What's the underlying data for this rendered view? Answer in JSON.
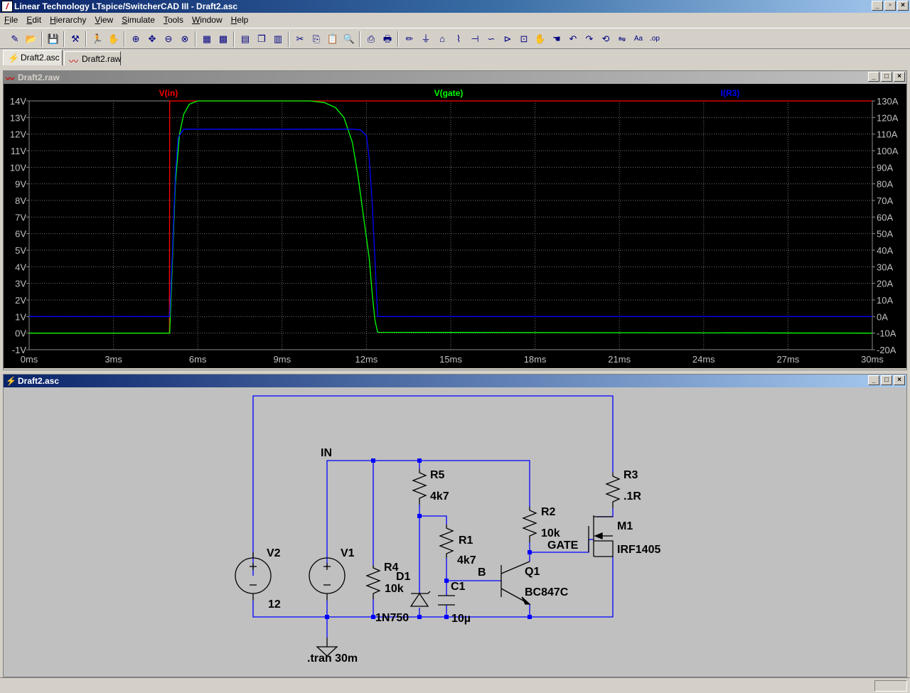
{
  "window": {
    "title": "Linear Technology LTspice/SwitcherCAD III - Draft2.asc",
    "controls": [
      "_",
      "▫",
      "×"
    ]
  },
  "menu": [
    {
      "label": "File",
      "accel": "F"
    },
    {
      "label": "Edit",
      "accel": "E"
    },
    {
      "label": "Hierarchy",
      "accel": "H"
    },
    {
      "label": "View",
      "accel": "V"
    },
    {
      "label": "Simulate",
      "accel": "S"
    },
    {
      "label": "Tools",
      "accel": "T"
    },
    {
      "label": "Window",
      "accel": "W"
    },
    {
      "label": "Help",
      "accel": "H"
    }
  ],
  "toolbar": [
    {
      "name": "new-schematic",
      "glyph": "✎"
    },
    {
      "name": "open",
      "glyph": "📂"
    },
    {
      "name": "save",
      "glyph": "💾"
    },
    {
      "name": "control-panel",
      "glyph": "⚒"
    },
    {
      "name": "run",
      "glyph": "🏃"
    },
    {
      "name": "halt",
      "glyph": "✋"
    },
    {
      "name": "zoom-in",
      "glyph": "⊕"
    },
    {
      "name": "pan",
      "glyph": "✥"
    },
    {
      "name": "zoom-out",
      "glyph": "⊖"
    },
    {
      "name": "zoom-cancel",
      "glyph": "⊗"
    },
    {
      "name": "autorange",
      "glyph": "▦"
    },
    {
      "name": "grid",
      "glyph": "▩"
    },
    {
      "name": "tile-horizontal",
      "glyph": "▤"
    },
    {
      "name": "cascade",
      "glyph": "❐"
    },
    {
      "name": "tile-vertical",
      "glyph": "▥"
    },
    {
      "name": "cut",
      "glyph": "✂"
    },
    {
      "name": "copy",
      "glyph": "⎘"
    },
    {
      "name": "paste",
      "glyph": "📋"
    },
    {
      "name": "find",
      "glyph": "🔍"
    },
    {
      "name": "print-setup",
      "glyph": "⎙"
    },
    {
      "name": "print",
      "glyph": "🖶"
    },
    {
      "name": "draw-wire",
      "glyph": "✏"
    },
    {
      "name": "ground",
      "glyph": "⏚"
    },
    {
      "name": "label-net",
      "glyph": "⌂"
    },
    {
      "name": "resistor",
      "glyph": "⌇"
    },
    {
      "name": "capacitor",
      "glyph": "⊣"
    },
    {
      "name": "inductor",
      "glyph": "∽"
    },
    {
      "name": "diode",
      "glyph": "⊳"
    },
    {
      "name": "component",
      "glyph": "⊡"
    },
    {
      "name": "move",
      "glyph": "✋"
    },
    {
      "name": "drag",
      "glyph": "☚"
    },
    {
      "name": "undo",
      "glyph": "↶"
    },
    {
      "name": "redo",
      "glyph": "↷"
    },
    {
      "name": "rotate",
      "glyph": "⟲"
    },
    {
      "name": "mirror",
      "glyph": "⇋"
    },
    {
      "name": "text",
      "glyph": "Aa"
    },
    {
      "name": "spice-directive",
      "glyph": ".op"
    }
  ],
  "tabs": [
    {
      "label": "Draft2.asc",
      "active": true,
      "icon": "schematic-icon"
    },
    {
      "label": "Draft2.raw",
      "active": false,
      "icon": "waveform-icon"
    }
  ],
  "plot_window": {
    "title": "Draft2.raw",
    "trace_labels": [
      {
        "name": "V(in)",
        "color": "#ff0000"
      },
      {
        "name": "V(gate)",
        "color": "#00ff00"
      },
      {
        "name": "I(R3)",
        "color": "#0000ff"
      }
    ]
  },
  "chart_data": {
    "type": "line",
    "xlabel": "",
    "ylabel_left": "",
    "ylabel_right": "",
    "xlim": [
      0,
      30
    ],
    "ylim_left": [
      -1,
      14
    ],
    "ylim_right": [
      -20,
      130
    ],
    "x_ticks": [
      "0ms",
      "3ms",
      "6ms",
      "9ms",
      "12ms",
      "15ms",
      "18ms",
      "21ms",
      "24ms",
      "27ms",
      "30ms"
    ],
    "y_ticks_left": [
      "14V",
      "13V",
      "12V",
      "11V",
      "10V",
      "9V",
      "8V",
      "7V",
      "6V",
      "5V",
      "4V",
      "3V",
      "2V",
      "1V",
      "0V",
      "-1V"
    ],
    "y_ticks_right": [
      "130A",
      "120A",
      "110A",
      "100A",
      "90A",
      "80A",
      "70A",
      "60A",
      "50A",
      "40A",
      "30A",
      "20A",
      "10A",
      "0A",
      "-10A",
      "-20A"
    ],
    "grid": true,
    "series": [
      {
        "name": "V(in)",
        "axis": "left",
        "color": "#ff0000",
        "x": [
          0,
          4.99,
          5.0,
          30
        ],
        "y": [
          0,
          0,
          14,
          14
        ]
      },
      {
        "name": "V(gate)",
        "axis": "left",
        "color": "#00ff00",
        "x": [
          0,
          5.0,
          5.1,
          5.2,
          5.35,
          5.5,
          5.7,
          6.0,
          10.0,
          10.5,
          10.9,
          11.2,
          11.5,
          11.7,
          11.9,
          12.1,
          12.2,
          12.3,
          12.4,
          30
        ],
        "y": [
          0,
          0,
          4.5,
          9,
          12,
          13.2,
          13.8,
          14,
          14,
          13.9,
          13.6,
          13.0,
          11.5,
          9.5,
          7.0,
          4.5,
          2.5,
          0.8,
          0.05,
          0
        ]
      },
      {
        "name": "I(R3)",
        "axis": "right",
        "color": "#0000ff",
        "x": [
          0,
          5.0,
          5.1,
          5.2,
          5.3,
          5.5,
          11.5,
          11.8,
          12.0,
          12.1,
          12.2,
          12.3,
          12.4,
          30
        ],
        "y": [
          0,
          0,
          40,
          85,
          108,
          113,
          113,
          112.5,
          109,
          95,
          70,
          35,
          0,
          0
        ]
      }
    ]
  },
  "schematic_window": {
    "title": "Draft2.asc",
    "labels": {
      "net_in": "IN",
      "net_b": "B",
      "net_gate": "GATE",
      "v2_name": "V2",
      "v2_value": "12",
      "v1_name": "V1",
      "r4_name": "R4",
      "r4_value": "10k",
      "d1_name": "D1",
      "d1_value": "1N750",
      "r5_name": "R5",
      "r5_value": "4k7",
      "r1_name": "R1",
      "r1_value": "4k7",
      "c1_name": "C1",
      "c1_value": "10µ",
      "r2_name": "R2",
      "r2_value": "10k",
      "q1_name": "Q1",
      "q1_value": "BC847C",
      "r3_name": "R3",
      "r3_value": ".1R",
      "m1_name": "M1",
      "m1_value": "IRF1405",
      "directive": ".tran 30m"
    },
    "colors": {
      "wire": "#0000ff",
      "component": "#000000",
      "background": "#c0c0c0"
    }
  }
}
